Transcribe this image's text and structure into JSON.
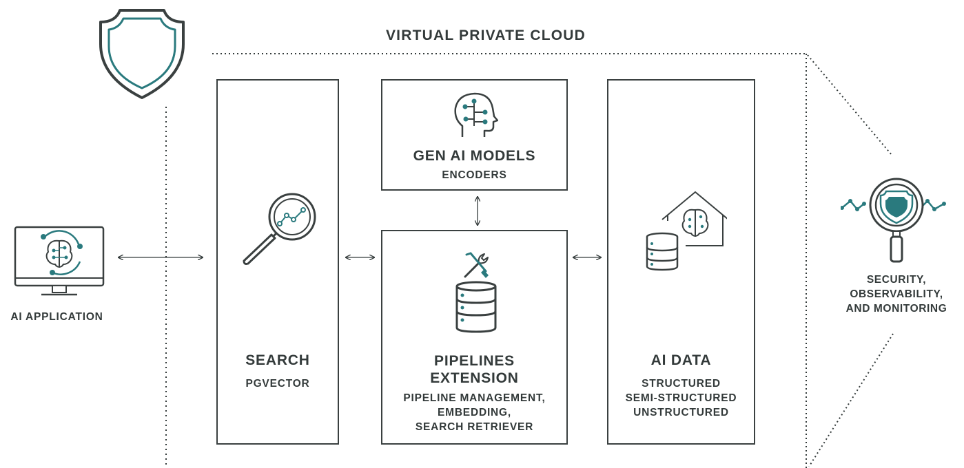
{
  "vpc": {
    "title": "VIRTUAL PRIVATE CLOUD"
  },
  "application": {
    "label": "AI APPLICATION",
    "icon": "brain-monitor-icon"
  },
  "boxes": {
    "search": {
      "title": "SEARCH",
      "subtitle": "PGVECTOR",
      "icon": "magnifier-chart-icon"
    },
    "gen_ai": {
      "title": "GEN AI MODELS",
      "subtitle": "ENCODERS",
      "icon": "head-brain-icon"
    },
    "pipelines": {
      "title_line1": "PIPELINES",
      "title_line2": "EXTENSION",
      "details": [
        "PIPELINE MANAGEMENT,",
        "EMBEDDING,",
        "SEARCH RETRIEVER"
      ],
      "icon": "tools-database-icon"
    },
    "ai_data": {
      "title": "AI DATA",
      "details": [
        "STRUCTURED",
        "SEMI-STRUCTURED",
        "UNSTRUCTURED"
      ],
      "icon": "house-brain-database-icon"
    }
  },
  "security": {
    "lines": [
      "SECURITY,",
      "OBSERVABILITY,",
      "AND MONITORING"
    ],
    "icon": "shield-magnifier-icon"
  },
  "colors": {
    "teal": "#2a7a7e",
    "dark": "#333a3a",
    "line": "#3a4040"
  }
}
